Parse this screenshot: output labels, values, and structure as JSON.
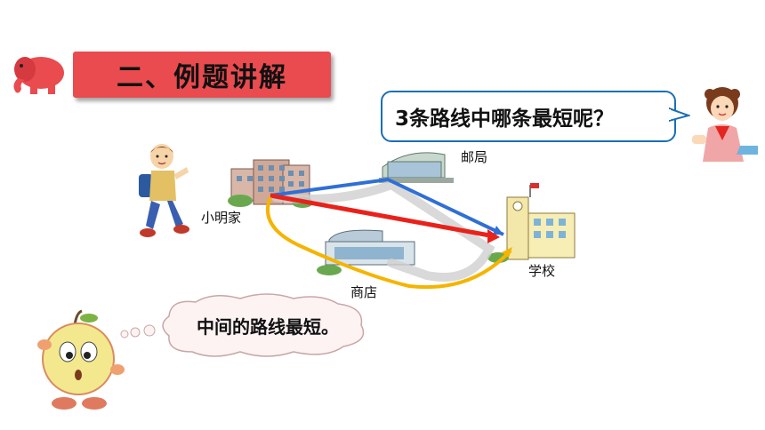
{
  "title": "二、例题讲解",
  "question": "3条路线中哪条最短呢？",
  "answer": "中间的路线最短。",
  "labels": {
    "home": "小明家",
    "post_office": "邮局",
    "school": "学校",
    "shop": "商店"
  },
  "colors": {
    "title_bg": "#e94b4f",
    "bubble_border": "#1a6fb5",
    "route_red": "#e8221b",
    "route_blue": "#2f6fd6",
    "route_yellow": "#f5b400"
  }
}
